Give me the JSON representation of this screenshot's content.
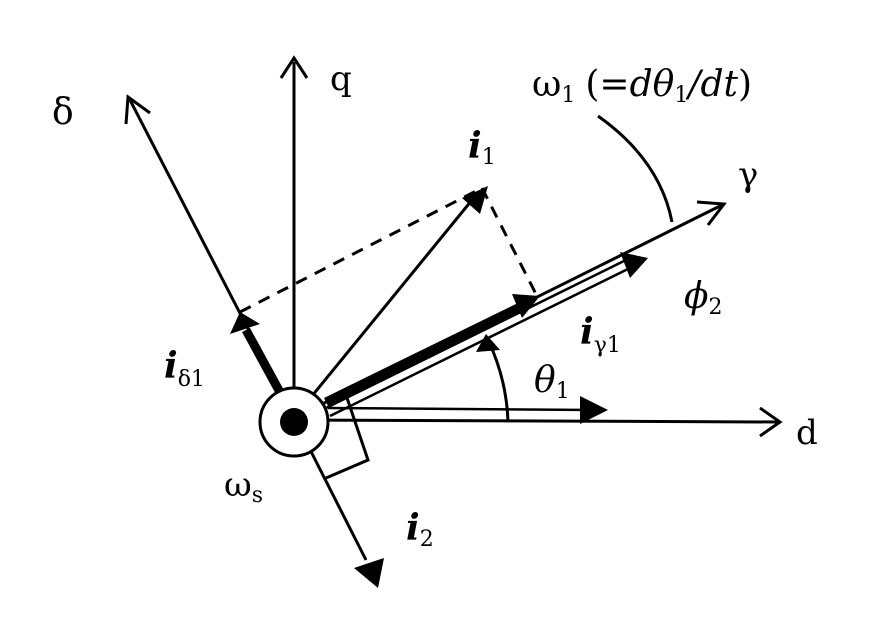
{
  "diagram": {
    "labels": {
      "q": "q",
      "d": "d",
      "delta": "δ",
      "gamma": "γ",
      "omega1_symbol": "ω",
      "omega1_sub": "1",
      "omega1_def_open": "(=",
      "omega1_def_d1": "d",
      "omega1_def_theta": "θ",
      "omega1_def_sub": "1",
      "omega1_def_slash": "/",
      "omega1_def_dt": "dt",
      "omega1_def_close": ")",
      "i1_main": "i",
      "i1_sub": "1",
      "phi2_main": "ϕ",
      "phi2_sub": "2",
      "igamma1_main": "i",
      "igamma1_sub": "γ1",
      "theta1_main": "θ",
      "theta1_sub": "1",
      "idelta1_main": "i",
      "idelta1_sub": "δ1",
      "omegas_main": "ω",
      "omegas_sub": "s",
      "i2_main": "i",
      "i2_sub": "2"
    },
    "colors": {
      "stroke": "#000000",
      "background": "#ffffff"
    }
  }
}
